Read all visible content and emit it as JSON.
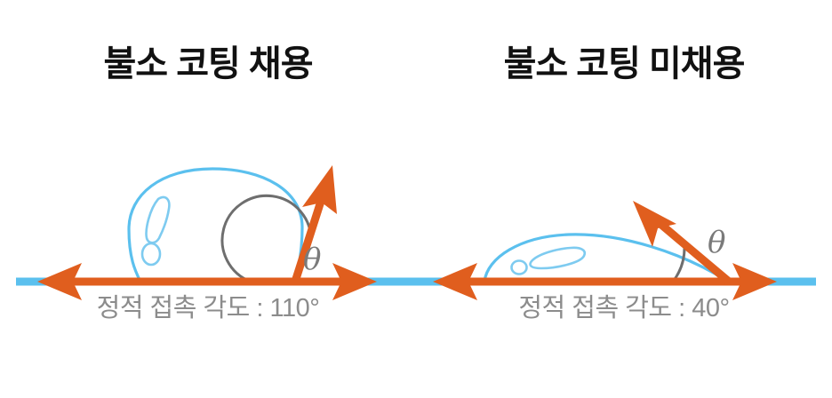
{
  "figure": {
    "background_color": "#ffffff",
    "panels": [
      {
        "id": "left",
        "title": "불소 코팅 채용",
        "caption": "정적 접촉 각도 : 110°",
        "angle_value": 110,
        "angle_unit": "°",
        "theta_symbol": "θ",
        "droplet_shape": "high-contact-angle-bead",
        "droplet_outline_color": "#5bc0ee",
        "surface_line_color": "#5bc0ee",
        "arrow_color": "#e05e1e",
        "arc_color": "#6e6e6e",
        "theta_color": "#7a7a7a",
        "title_color": "#111111",
        "caption_color": "#8c8c8c"
      },
      {
        "id": "right",
        "title": "불소 코팅 미채용",
        "caption": "정적 접촉 각도 : 40°",
        "angle_value": 40,
        "angle_unit": "°",
        "theta_symbol": "θ",
        "droplet_shape": "low-contact-angle-dome",
        "droplet_outline_color": "#5bc0ee",
        "surface_line_color": "#5bc0ee",
        "arrow_color": "#e05e1e",
        "arc_color": "#6e6e6e",
        "theta_color": "#7a7a7a",
        "title_color": "#111111",
        "caption_color": "#8c8c8c"
      }
    ]
  }
}
